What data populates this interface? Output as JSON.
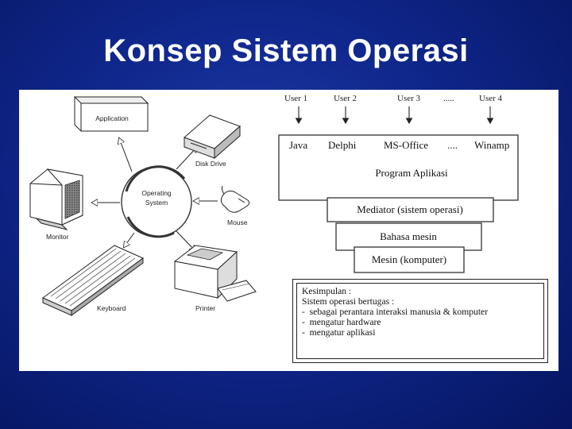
{
  "slide": {
    "title": "Konsep Sistem Operasi"
  },
  "left_diagram": {
    "center": "Operating System",
    "center_line1": "Operating",
    "center_line2": "System",
    "devices": {
      "application": "Application",
      "disk_drive": "Disk Drive",
      "mouse": "Mouse",
      "printer": "Printer",
      "keyboard": "Keyboard",
      "monitor": "Monitor"
    }
  },
  "right_diagram": {
    "users": [
      "User 1",
      "User 2",
      "User 3",
      ".....",
      "User 4"
    ],
    "apps": [
      "Java",
      "Delphi",
      "MS-Office",
      "....",
      "Winamp"
    ],
    "program_label": "Program Aplikasi",
    "mediator": "Mediator (sistem operasi)",
    "bahasa": "Bahasa mesin",
    "mesin": "Mesin (komputer)"
  },
  "conclusion": {
    "heading": "Kesimpulan :",
    "intro": "Sistem operasi bertugas :",
    "items": [
      "sebagai perantara interaksi manusia & komputer",
      "mengatur hardware",
      "mengatur aplikasi"
    ],
    "bullet": "-"
  },
  "colors": {
    "background": "#0f268a",
    "title": "#ffffff",
    "panel": "#ffffff"
  }
}
